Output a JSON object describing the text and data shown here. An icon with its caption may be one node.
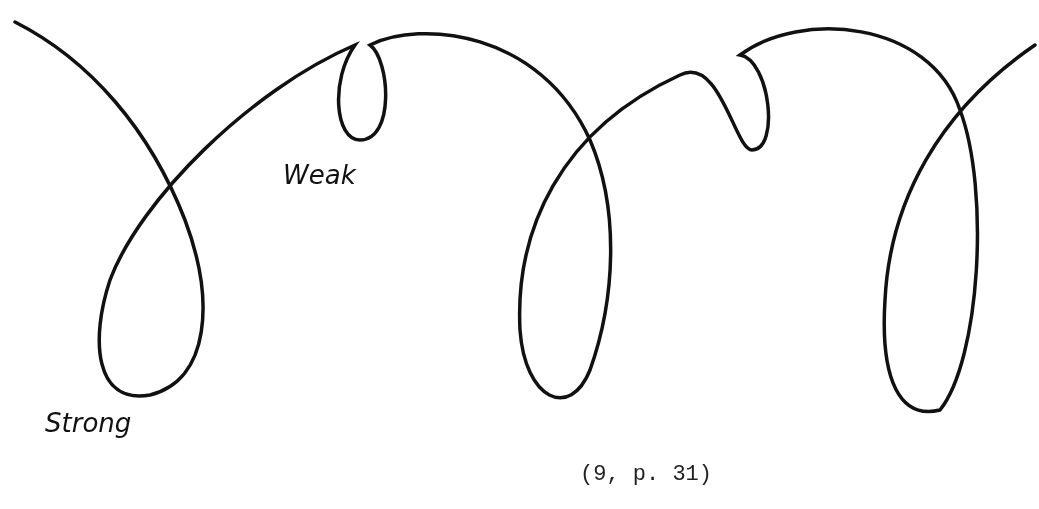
{
  "diagram": {
    "caption": "(9, p. 31)",
    "labels": [
      "Weak",
      "Strong"
    ]
  }
}
